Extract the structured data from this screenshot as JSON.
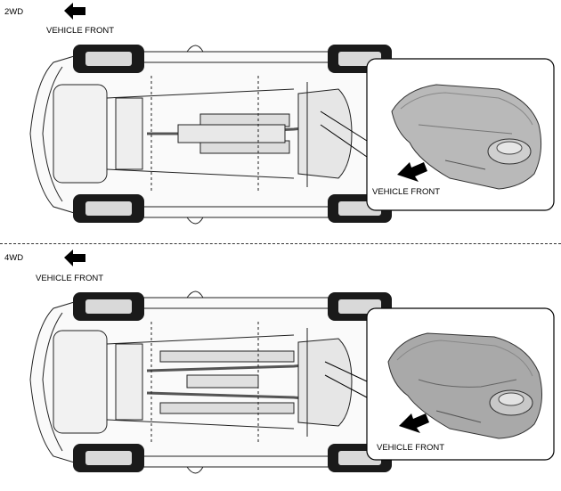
{
  "panels": [
    {
      "variant_label": "2WD",
      "front_label": "VEHICLE FRONT",
      "inset_label": "VEHICLE FRONT"
    },
    {
      "variant_label": "4WD",
      "front_label": "VEHICLE FRONT",
      "inset_label": "VEHICLE FRONT"
    }
  ],
  "icons": [
    "front-arrow-icon",
    "inset-arrow-icon"
  ]
}
